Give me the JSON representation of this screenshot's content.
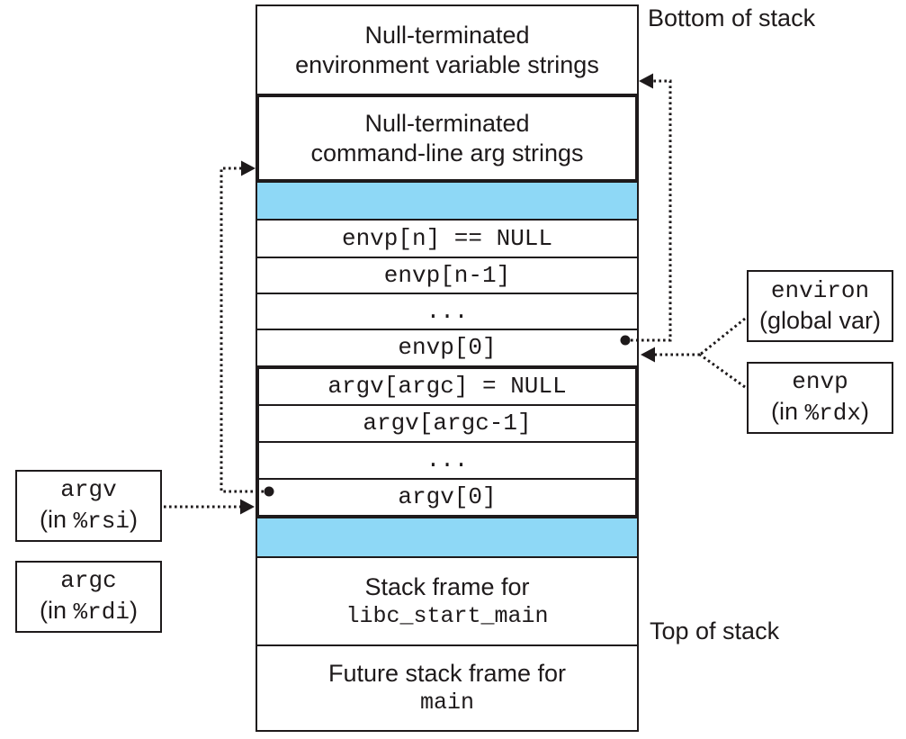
{
  "colors": {
    "spacer_blue": "#8ed8f6",
    "line": "#1e1a1b"
  },
  "annotations": {
    "bottom_of_stack": "Bottom of stack",
    "top_of_stack": "Top of stack"
  },
  "stack": {
    "env_strings": [
      "Null-terminated",
      "environment variable strings"
    ],
    "arg_strings": [
      "Null-terminated",
      "command-line arg strings"
    ],
    "envp_rows": [
      "envp[n] == NULL",
      "envp[n-1]",
      "...",
      "envp[0]"
    ],
    "argv_rows": [
      "argv[argc] = NULL",
      "argv[argc-1]",
      "...",
      "argv[0]"
    ],
    "libc_frame": [
      "Stack frame for",
      "libc_start_main"
    ],
    "main_frame": [
      "Future stack frame for",
      "main"
    ]
  },
  "side_boxes": {
    "argv": {
      "name": "argv",
      "prefix": "(in ",
      "register": "%rsi",
      "suffix": ")"
    },
    "argc": {
      "name": "argc",
      "prefix": "(in ",
      "register": "%rdi",
      "suffix": ")"
    },
    "environ": {
      "name": "environ",
      "desc": "(global var)"
    },
    "envp": {
      "name": "envp",
      "prefix": "(in ",
      "register": "%rdx",
      "suffix": ")"
    }
  }
}
